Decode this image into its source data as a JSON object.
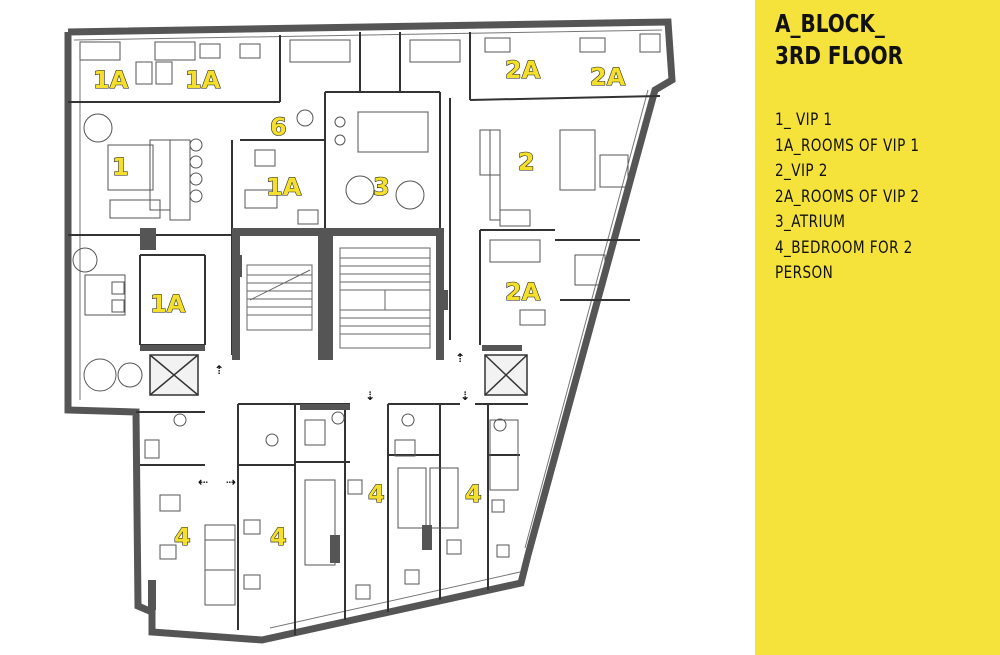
{
  "legend": {
    "title_line1": "A_BLOCK_",
    "title_line2": "3RD FLOOR",
    "items": [
      "1_ VIP 1",
      "1A_ROOMS OF VIP 1",
      "2_VIP 2",
      "2A_ROOMS OF VIP 2",
      "3_ATRIUM",
      "4_BEDROOM FOR 2",
      "PERSON"
    ]
  },
  "plan": {
    "room_labels": {
      "vip1": "1",
      "vip1_room_a": "1A",
      "vip1_room_b": "1A",
      "vip1_room_c": "1A",
      "vip1_room_d": "1A",
      "vip2": "2",
      "vip2_room_a": "2A",
      "vip2_room_b": "2A",
      "vip2_room_c": "2A",
      "atrium": "3",
      "service": "6",
      "bedroom_a": "4",
      "bedroom_b": "4",
      "bedroom_c": "4",
      "bedroom_d": "4"
    }
  },
  "colors": {
    "legend_background": "#f5e33c",
    "room_label_fill": "#f3df2c",
    "wall": "#555555",
    "line": "#333333"
  }
}
